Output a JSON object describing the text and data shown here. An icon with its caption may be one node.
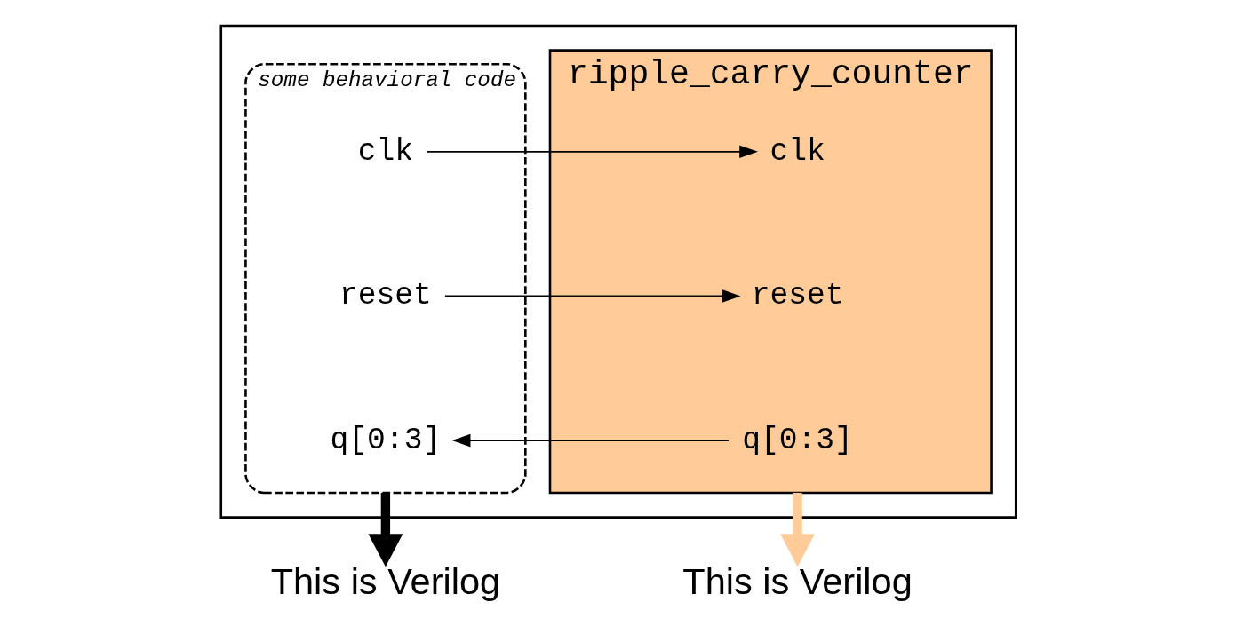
{
  "diagram": {
    "nodes": [
      {
        "text": [],
        "shape": "box"
      },
      {
        "text": [
          "some behavioral code"
        ],
        "in": 0
      },
      {
        "text": [
          "clk"
        ],
        "in": 1
      },
      {
        "text": [
          "reset"
        ],
        "in": 1
      },
      {
        "text": [
          "q[0:3]"
        ],
        "in": 1
      },
      {
        "text": [
          "ripple_carry_counter"
        ],
        "in": 0
      },
      {
        "text": [
          "clk"
        ],
        "in": 5
      },
      {
        "text": [
          "reset"
        ],
        "in": 5
      },
      {
        "text": [
          "q[0:3]"
        ],
        "in": 5
      },
      {
        "text": [
          "This is Verilog"
        ]
      },
      {
        "text": [
          "This is Verilog"
        ]
      }
    ],
    "edges": [
      {
        "from": 2,
        "to": 6,
        "arrow": "to"
      },
      {
        "from": 3,
        "to": 7,
        "arrow": "to"
      },
      {
        "from": 8,
        "to": 4,
        "arrow": "to"
      },
      {
        "from": 1,
        "to": 9,
        "arrow": "to",
        "style": "thick"
      },
      {
        "from": 5,
        "to": 10,
        "arrow": "to",
        "style": "thick",
        "color": "#ffcc99"
      }
    ]
  }
}
